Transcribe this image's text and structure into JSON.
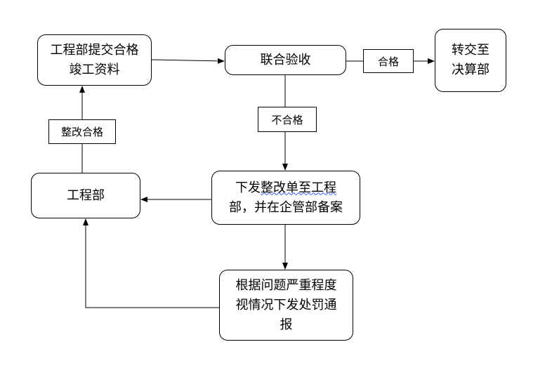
{
  "nodes": {
    "submit": "工程部提交合格竣工资料",
    "joint_acceptance": "联合验收",
    "transfer": "转交至决算部",
    "engineering": "工程部",
    "issue_prefix": "下发",
    "issue_underlined": "整改单至工程",
    "issue_suffix": "部，并在企管部备案",
    "penalty": "根据问题严重程度视情况下发处罚通报"
  },
  "edge_labels": {
    "pass": "合格",
    "fail": "不合格",
    "rectified": "整改合格"
  }
}
